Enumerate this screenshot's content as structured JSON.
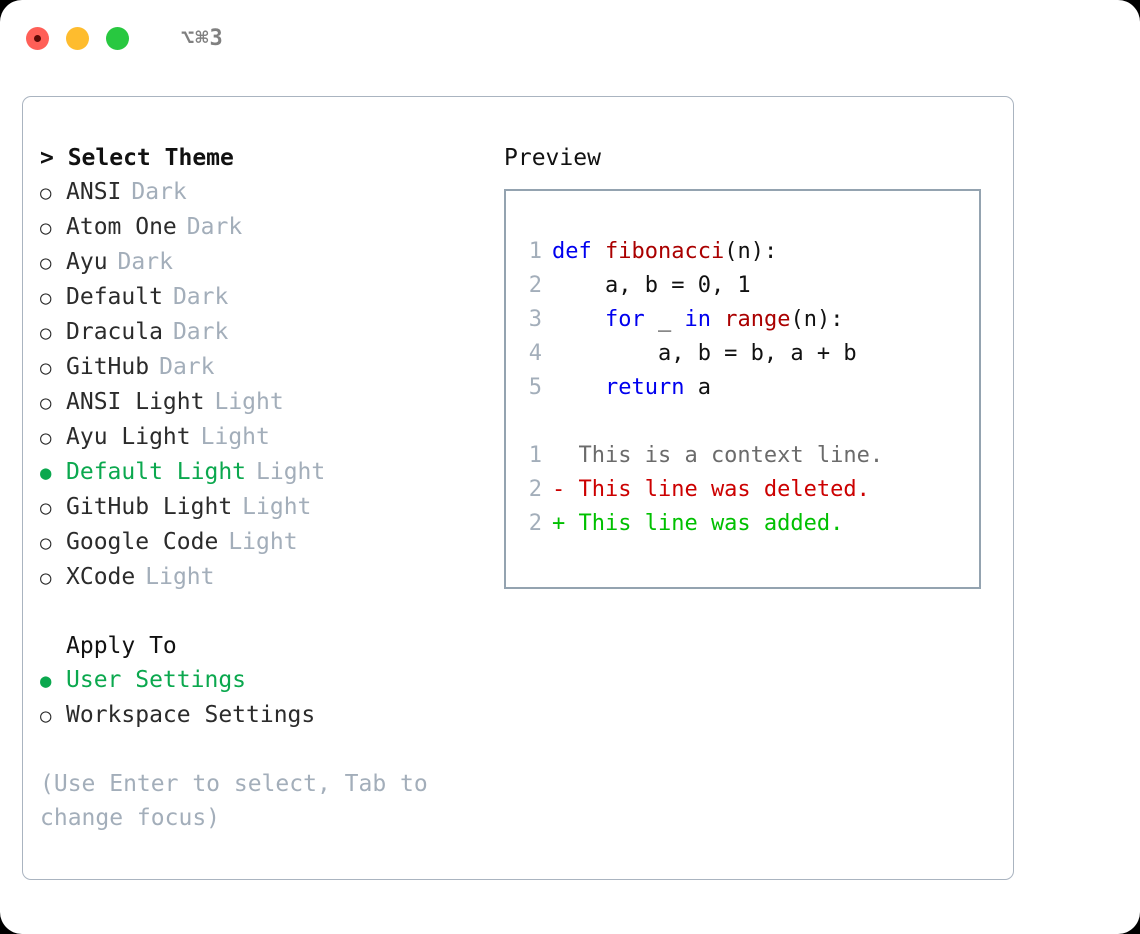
{
  "titlebar": {
    "shortcut": "⌥⌘3",
    "buttons": [
      {
        "name": "close",
        "color": "#ff5f57"
      },
      {
        "name": "minimize",
        "color": "#febc2e"
      },
      {
        "name": "maximize",
        "color": "#28c840"
      }
    ]
  },
  "theme_panel": {
    "header": "> Select Theme",
    "themes": [
      {
        "marker": "○",
        "label": "ANSI",
        "tag": "Dark",
        "selected": false
      },
      {
        "marker": "○",
        "label": "Atom One",
        "tag": "Dark",
        "selected": false
      },
      {
        "marker": "○",
        "label": "Ayu",
        "tag": "Dark",
        "selected": false
      },
      {
        "marker": "○",
        "label": "Default",
        "tag": "Dark",
        "selected": false
      },
      {
        "marker": "○",
        "label": "Dracula",
        "tag": "Dark",
        "selected": false
      },
      {
        "marker": "○",
        "label": "GitHub",
        "tag": "Dark",
        "selected": false
      },
      {
        "marker": "○",
        "label": "ANSI Light",
        "tag": "Light",
        "selected": false
      },
      {
        "marker": "○",
        "label": "Ayu Light",
        "tag": "Light",
        "selected": false
      },
      {
        "marker": "●",
        "label": "Default Light",
        "tag": "Light",
        "selected": true
      },
      {
        "marker": "○",
        "label": "GitHub Light",
        "tag": "Light",
        "selected": false
      },
      {
        "marker": "○",
        "label": "Google Code",
        "tag": "Light",
        "selected": false
      },
      {
        "marker": "○",
        "label": "XCode",
        "tag": "Light",
        "selected": false
      }
    ],
    "apply_to": {
      "title": "Apply To",
      "options": [
        {
          "marker": "●",
          "label": "User Settings",
          "selected": true
        },
        {
          "marker": "○",
          "label": "Workspace Settings",
          "selected": false
        }
      ]
    },
    "hint": "(Use Enter to select, Tab to change focus)"
  },
  "preview": {
    "title": "Preview",
    "code_lines": [
      {
        "num": "1",
        "tokens": [
          {
            "t": "def ",
            "k": "kw"
          },
          {
            "t": "fibonacci",
            "k": "fn"
          },
          {
            "t": "(n):",
            "k": "plain"
          }
        ]
      },
      {
        "num": "2",
        "tokens": [
          {
            "t": "    a, b = 0, 1",
            "k": "plain"
          }
        ]
      },
      {
        "num": "3",
        "tokens": [
          {
            "t": "    ",
            "k": "plain"
          },
          {
            "t": "for",
            "k": "kw"
          },
          {
            "t": " _ ",
            "k": "plain"
          },
          {
            "t": "in",
            "k": "kw"
          },
          {
            "t": " ",
            "k": "plain"
          },
          {
            "t": "range",
            "k": "fn"
          },
          {
            "t": "(n):",
            "k": "plain"
          }
        ]
      },
      {
        "num": "4",
        "tokens": [
          {
            "t": "        a, b = b, a + b",
            "k": "plain"
          }
        ]
      },
      {
        "num": "5",
        "tokens": [
          {
            "t": "    ",
            "k": "plain"
          },
          {
            "t": "return",
            "k": "kw"
          },
          {
            "t": " a",
            "k": "plain"
          }
        ]
      }
    ],
    "diff_lines": [
      {
        "num": "1",
        "text": "  This is a context line.",
        "kind": "ctx"
      },
      {
        "num": "2",
        "text": "- This line was deleted.",
        "kind": "del"
      },
      {
        "num": "2",
        "text": "+ This line was added.",
        "kind": "add"
      }
    ]
  },
  "colors": {
    "accent_green": "#0ba84e",
    "muted": "#a3aeba",
    "keyword": "#0000ee",
    "function": "#aa0000",
    "diff_added": "#00c000",
    "diff_deleted": "#cc0000",
    "border": "#94a3b0"
  }
}
